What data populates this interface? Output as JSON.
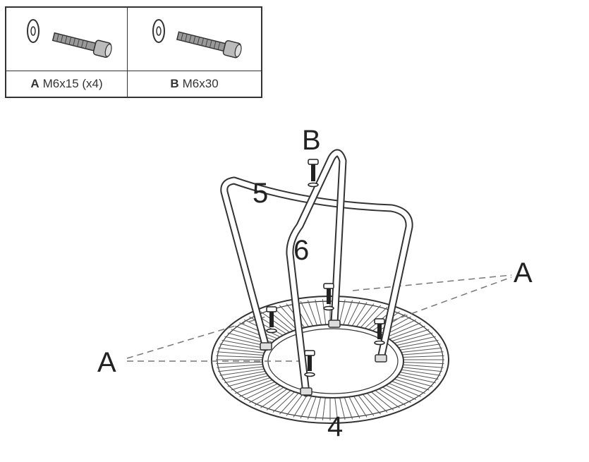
{
  "parts": [
    {
      "letter": "A",
      "spec": "M6x15 (x4)",
      "icon": "washer-and-bolt-icon"
    },
    {
      "letter": "B",
      "spec": "M6x30",
      "icon": "washer-and-bolt-icon"
    }
  ],
  "callouts": {
    "bolt_b": "B",
    "bolt_a_right": "A",
    "bolt_a_left": "A",
    "part_top_frame": "5",
    "part_upright": "6",
    "part_base": "4"
  }
}
